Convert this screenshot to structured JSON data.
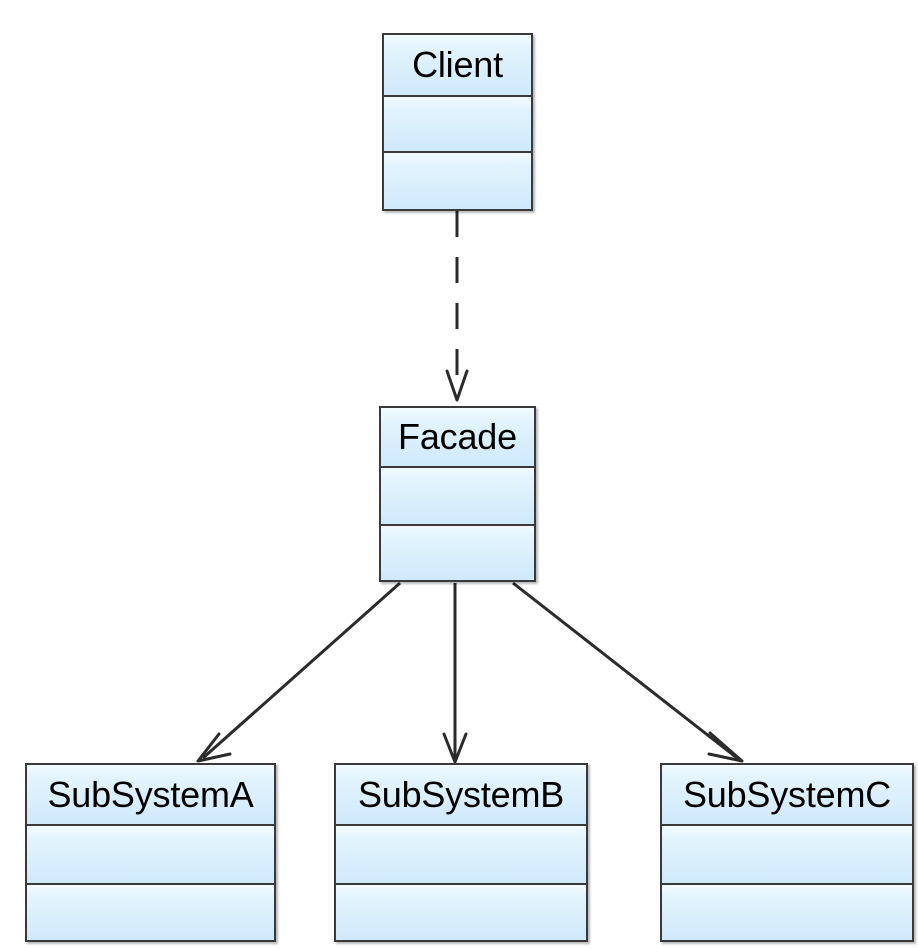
{
  "diagram": {
    "kind": "uml-class-diagram",
    "pattern_name": "Facade",
    "background_color": "#ffffff",
    "class_fill_top": "#f2fbff",
    "class_fill_bottom": "#cfe9fb",
    "class_border_color": "#3a3a3a",
    "edge_color": "#2b2b2b",
    "classes": [
      {
        "id": "client",
        "name": "Client",
        "compartments": [
          "attributes",
          "operations"
        ],
        "attributes": [],
        "operations": []
      },
      {
        "id": "facade",
        "name": "Facade",
        "compartments": [
          "attributes",
          "operations"
        ],
        "attributes": [],
        "operations": []
      },
      {
        "id": "subsystem-a",
        "name": "SubSystemA",
        "compartments": [
          "attributes",
          "operations"
        ],
        "attributes": [],
        "operations": []
      },
      {
        "id": "subsystem-b",
        "name": "SubSystemB",
        "compartments": [
          "attributes",
          "operations"
        ],
        "attributes": [],
        "operations": []
      },
      {
        "id": "subsystem-c",
        "name": "SubSystemC",
        "compartments": [
          "attributes",
          "operations"
        ],
        "attributes": [],
        "operations": []
      }
    ],
    "edges": [
      {
        "id": "client-to-facade",
        "from": "client",
        "to": "facade",
        "style": "dashed",
        "arrowhead": "open",
        "label": ""
      },
      {
        "id": "facade-to-subsystem-a",
        "from": "facade",
        "to": "subsystem-a",
        "style": "solid",
        "arrowhead": "open",
        "label": ""
      },
      {
        "id": "facade-to-subsystem-b",
        "from": "facade",
        "to": "subsystem-b",
        "style": "solid",
        "arrowhead": "open",
        "label": ""
      },
      {
        "id": "facade-to-subsystem-c",
        "from": "facade",
        "to": "subsystem-c",
        "style": "solid",
        "arrowhead": "open",
        "label": ""
      }
    ]
  }
}
